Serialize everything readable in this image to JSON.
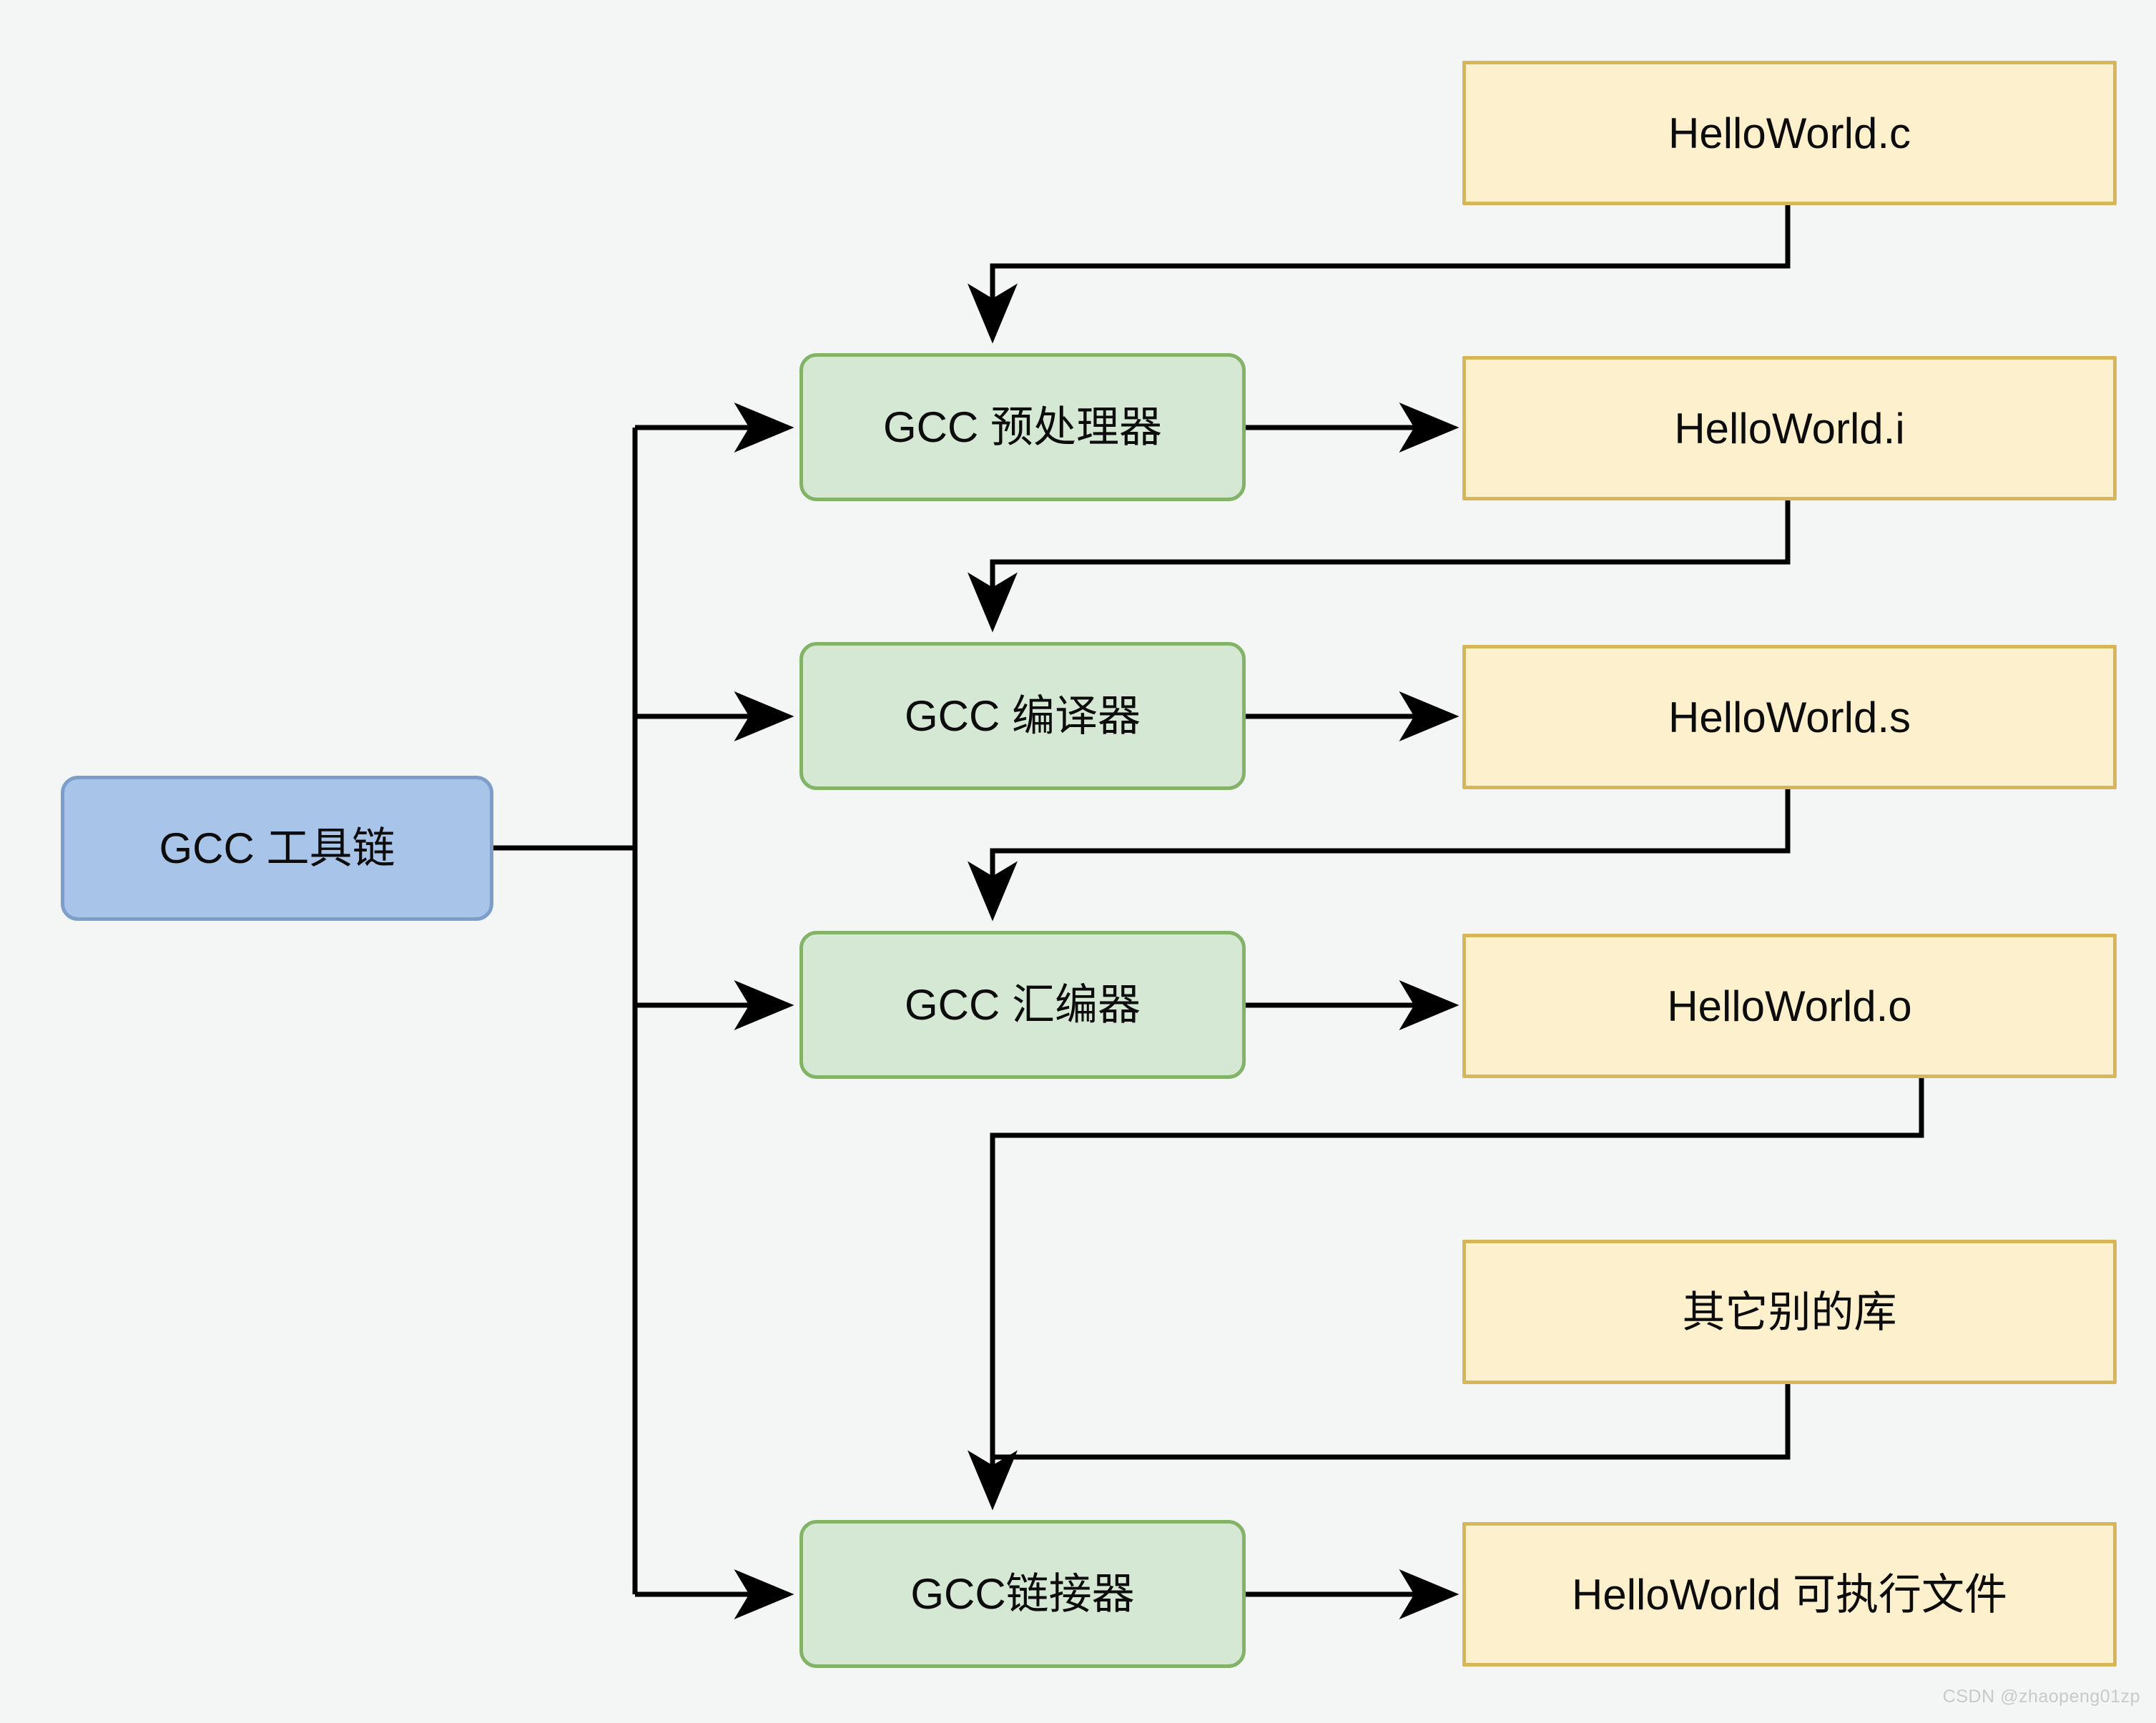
{
  "diagram": {
    "title_node": {
      "label": "GCC 工具链"
    },
    "stages": [
      {
        "id": "preprocessor",
        "label": "GCC 预处理器"
      },
      {
        "id": "compiler",
        "label": "GCC 编译器"
      },
      {
        "id": "assembler",
        "label": "GCC 汇编器"
      },
      {
        "id": "linker",
        "label": "GCC链接器"
      }
    ],
    "files": [
      {
        "id": "source",
        "label": "HelloWorld.c"
      },
      {
        "id": "preprocessed",
        "label": "HelloWorld.i"
      },
      {
        "id": "assembly",
        "label": "HelloWorld.s"
      },
      {
        "id": "object",
        "label": "HelloWorld.o"
      },
      {
        "id": "libraries",
        "label": "其它别的库"
      },
      {
        "id": "executable",
        "label": "HelloWorld 可执行文件"
      }
    ],
    "colors": {
      "background": "#f4f5f5",
      "file_fill": "#fdf0cd",
      "file_stroke": "#d6b656",
      "stage_fill": "#d5e8d4",
      "stage_stroke": "#82b366",
      "root_fill": "#a9c4e9",
      "root_stroke": "#7d9ec9",
      "edge": "#000000"
    }
  },
  "watermark": {
    "text": "CSDN @zhaopeng01zp"
  }
}
